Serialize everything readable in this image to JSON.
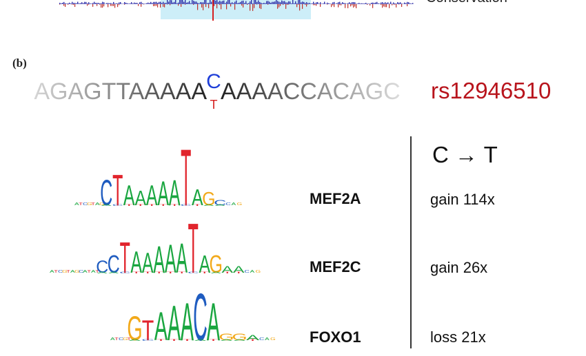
{
  "conservation": {
    "label": "Conservation",
    "colors": {
      "positive": "#2e2ea8",
      "negative": "#c0302a",
      "highlight": "#cdeef8",
      "marker": "#d62020"
    }
  },
  "panel": {
    "label": "(b)"
  },
  "sequence": {
    "left_text": "AGAGTTAAAAA",
    "right_text": "AAAACCACAGC",
    "ref_allele": "C",
    "alt_allele": "T",
    "colors": {
      "ref": "#1f3fd8",
      "alt": "#d62020",
      "main": "#222222",
      "faded": "#cfcfcf"
    }
  },
  "snp": {
    "id": "rs12946510",
    "color": "#b8141c"
  },
  "change": {
    "header": "C → T"
  },
  "motifs": [
    {
      "name": "MEF2A",
      "effect": "gain 114x",
      "letters": "CTAAAAATAGC"
    },
    {
      "name": "MEF2C",
      "effect": "gain 26x",
      "letters": "CCTAAAAATAGAA"
    },
    {
      "name": "FOXO1",
      "effect": "loss 21x",
      "letters": "GTAAACAGGA"
    }
  ],
  "nucleotide_colors": {
    "A": "#1aa640",
    "C": "#1f5cc0",
    "G": "#f2a91a",
    "T": "#e1242c"
  }
}
